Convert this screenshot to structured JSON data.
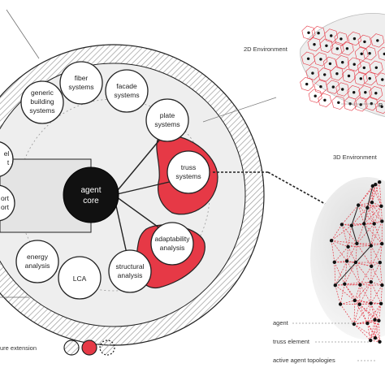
{
  "colors": {
    "accent": "#e63946",
    "core": "#111111",
    "stroke": "#222222",
    "ring_fill": "#eeeeee",
    "core_band": "#e4e4e4"
  },
  "core": {
    "lines": [
      "agent",
      "core"
    ]
  },
  "modules": [
    {
      "id": "generic-building-systems",
      "lines": [
        "generic",
        "building",
        "systems"
      ]
    },
    {
      "id": "fiber-systems",
      "lines": [
        "fiber",
        "systems"
      ]
    },
    {
      "id": "facade-systems",
      "lines": [
        "facade",
        "systems"
      ]
    },
    {
      "id": "plate-systems",
      "lines": [
        "plate",
        "systems"
      ]
    },
    {
      "id": "truss-systems",
      "lines": [
        "truss",
        "systems"
      ]
    },
    {
      "id": "adaptability-analysis",
      "lines": [
        "adaptability",
        "analysis"
      ]
    },
    {
      "id": "structural-analysis",
      "lines": [
        "structural",
        "analysis"
      ]
    },
    {
      "id": "lca",
      "lines": [
        "LCA"
      ]
    },
    {
      "id": "energy-analysis",
      "lines": [
        "energy",
        "analysis"
      ]
    }
  ],
  "left_fragments": [
    {
      "id": "fragment-top",
      "lines": [
        "el",
        "t"
      ]
    },
    {
      "id": "fragment-bottom",
      "lines": [
        "ort",
        "ort"
      ]
    }
  ],
  "environments": {
    "env_2d": "2D Environment",
    "env_2d_tag": "P",
    "env_3d": "3D Environment"
  },
  "legend_3d": {
    "agent": "agent",
    "truss_element": "truss element",
    "active_agent_topologies": "active agent topologies"
  },
  "bottom_legend": {
    "label": "ure extension"
  }
}
